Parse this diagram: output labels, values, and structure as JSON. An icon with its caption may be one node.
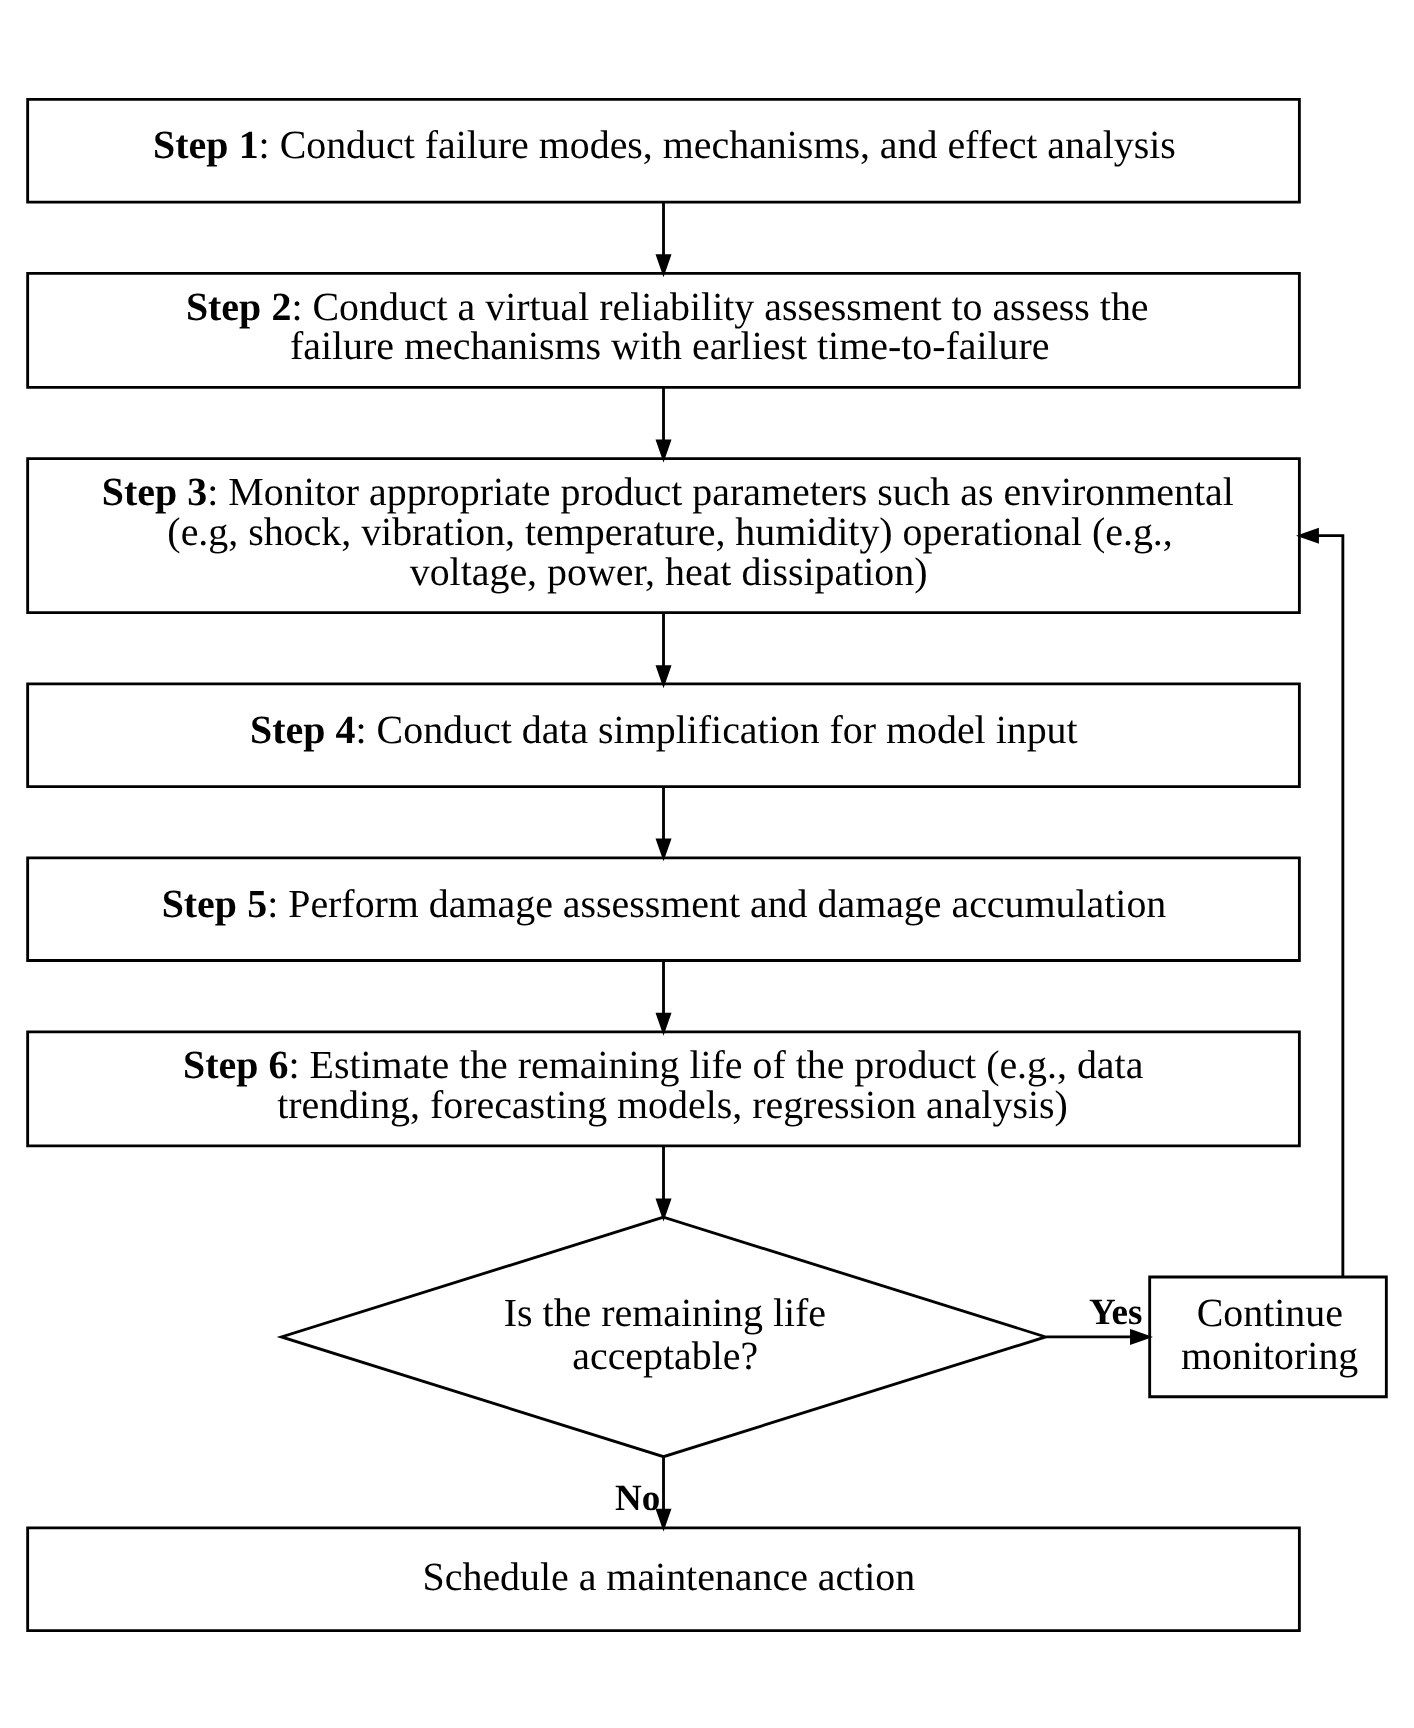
{
  "diagram": {
    "nodes": [
      {
        "text": [
          "**Step 1**: Conduct failure modes, mechanisms, and effect analysis"
        ]
      },
      {
        "text": [
          "**Step 2**: Conduct a virtual reliability assessment to assess the failure mechanisms with earliest time-to-failure"
        ]
      },
      {
        "text": [
          "**Step 3**: Monitor appropriate product parameters such as environmental (e.g, shock, vibration, temperature, humidity) operational (e.g., voltage, power, heat dissipation)"
        ]
      },
      {
        "text": [
          "**Step 4**: Conduct data simplification for model input"
        ]
      },
      {
        "text": [
          "**Step 5**: Perform damage assessment and damage accumulation"
        ]
      },
      {
        "text": [
          "**Step 6**: Estimate the remaining life of the product (e.g., data trending, forecasting models, regression analysis)"
        ]
      },
      {
        "text": [
          "Is the remaining life acceptable?"
        ]
      },
      {
        "text": [
          "Continue monitoring"
        ]
      },
      {
        "text": [
          "Schedule a maintenance action"
        ]
      }
    ],
    "edges": [
      {
        "from": 0,
        "to": 1,
        "arrow": "to"
      },
      {
        "from": 1,
        "to": 2,
        "arrow": "to"
      },
      {
        "from": 2,
        "to": 3,
        "arrow": "to"
      },
      {
        "from": 3,
        "to": 4,
        "arrow": "to"
      },
      {
        "from": 4,
        "to": 5,
        "arrow": "to"
      },
      {
        "from": 5,
        "to": 6,
        "arrow": "to"
      },
      {
        "from": 6,
        "to": 7,
        "arrow": "to",
        "label": "Yes"
      },
      {
        "from": 6,
        "to": 8,
        "arrow": "to",
        "label": "No"
      },
      {
        "from": 7,
        "to": 2,
        "arrow": "to"
      }
    ]
  }
}
